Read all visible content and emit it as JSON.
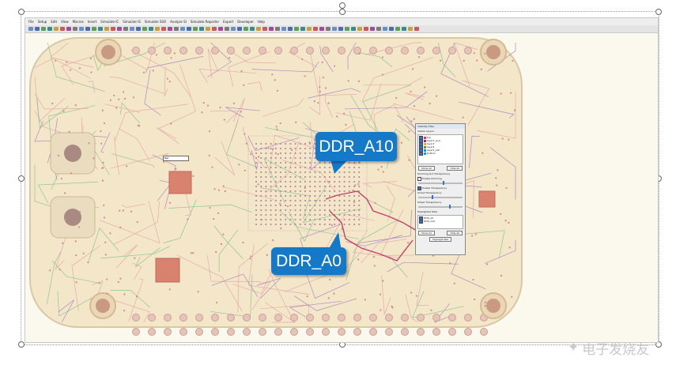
{
  "menubar": {
    "items": [
      "File",
      "Setup",
      "Edit",
      "View",
      "Macros",
      "Insert",
      "Simulate IC",
      "Simulate IS",
      "Simulate SSO",
      "Analyze SI",
      "Simulate Reporter",
      "Export",
      "Developer",
      "Help"
    ]
  },
  "net_label": "Net",
  "visibility_dialog": {
    "title": "Visibility Filter",
    "section_visible_layers": "Visible Layers",
    "layers": [
      {
        "name": "top",
        "color": "#e53935"
      },
      {
        "name": "layer2_gnd",
        "color": "#8e24aa"
      },
      {
        "name": "layer3",
        "color": "#f9a825"
      },
      {
        "name": "layer4",
        "color": "#43a047"
      },
      {
        "name": "layer5_pwr",
        "color": "#1e88e5"
      },
      {
        "name": "bottom",
        "color": "#00acc1"
      }
    ],
    "show_all": "Show All",
    "hide_all": "Hide All",
    "section_dimming": "Dimming and Transparency",
    "enable_dimming": "Enable Dimming",
    "enable_transparency": "Enable Transparency",
    "global_transparency": "Global Transparency",
    "shape_transparency": "Shape Transparency",
    "section_highlighted": "Highlighted Nets",
    "highlighted_nets": [
      "DDR_A0",
      "DDR_A10"
    ],
    "highlight_net": "Highlight Net"
  },
  "callouts": {
    "top": "DDR_A10",
    "bottom": "DDR_A0"
  },
  "watermark": "电子发烧友",
  "colors": {
    "callout": "#1679c8",
    "board": "#f3e6c9",
    "board_edge": "#d8c9a6",
    "trace_pink": "#e4a0a8",
    "trace_purple": "#a07cc0",
    "trace_green": "#7fbf8a",
    "highlight": "#c0446a"
  }
}
